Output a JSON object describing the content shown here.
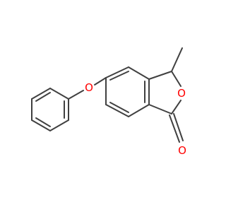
{
  "molecule": {
    "atoms": {
      "ether_oxygen": "O",
      "ring_oxygen": "O",
      "carbonyl_oxygen": "O"
    },
    "colors": {
      "bond": "#404040",
      "oxygen": "#ff0000",
      "background": "#ffffff"
    }
  }
}
